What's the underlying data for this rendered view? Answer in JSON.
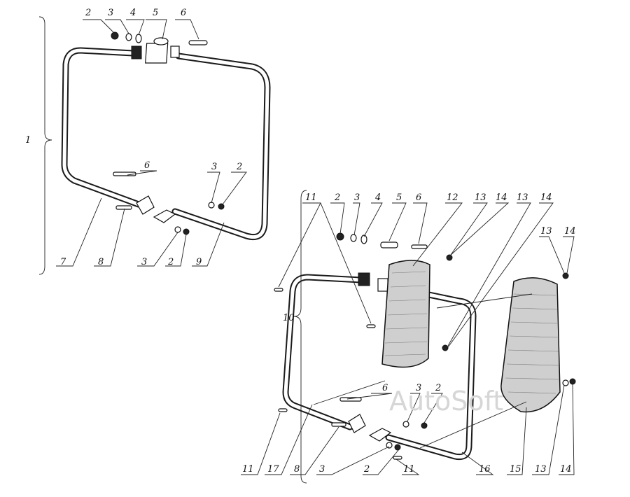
{
  "labels": {
    "a1": "2",
    "a2": "3",
    "a3": "4",
    "a4": "5",
    "a5": "6",
    "a6": "1",
    "a7": "6",
    "a8": "3",
    "a9": "2",
    "a10": "7",
    "a11": "8",
    "a12": "3",
    "a13": "2",
    "a14": "9",
    "b1": "11",
    "b2": "2",
    "b3": "3",
    "b4": "4",
    "b5": "5",
    "b6": "6",
    "b7": "12",
    "b8": "13",
    "b9": "14",
    "b10": "13",
    "b11": "14",
    "b12": "13",
    "b13": "14",
    "b14": "10",
    "b15": "6",
    "b16": "3",
    "b17": "2",
    "b18": "11",
    "b19": "17",
    "b20": "8",
    "b21": "3",
    "b22": "2",
    "b23": "11",
    "b24": "16",
    "b25": "15",
    "b26": "13",
    "b27": "14"
  },
  "watermark": "AutoSoft"
}
